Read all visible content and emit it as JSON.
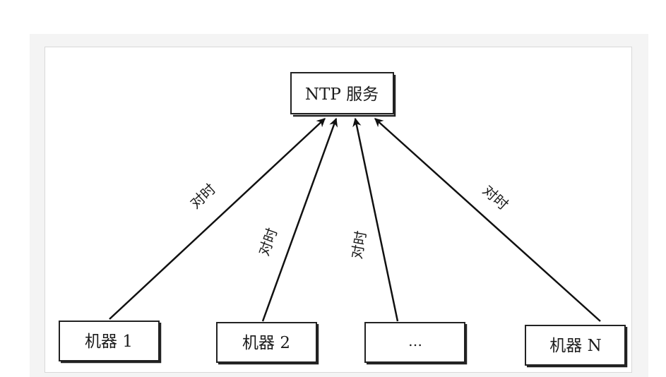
{
  "server": {
    "label": "NTP 服务"
  },
  "machines": [
    {
      "label": "机器 1"
    },
    {
      "label": "机器 2"
    },
    {
      "label": "…"
    },
    {
      "label": "机器 N"
    }
  ],
  "edges": [
    {
      "label": "对时"
    },
    {
      "label": "对时"
    },
    {
      "label": "对时"
    },
    {
      "label": "对时"
    }
  ]
}
